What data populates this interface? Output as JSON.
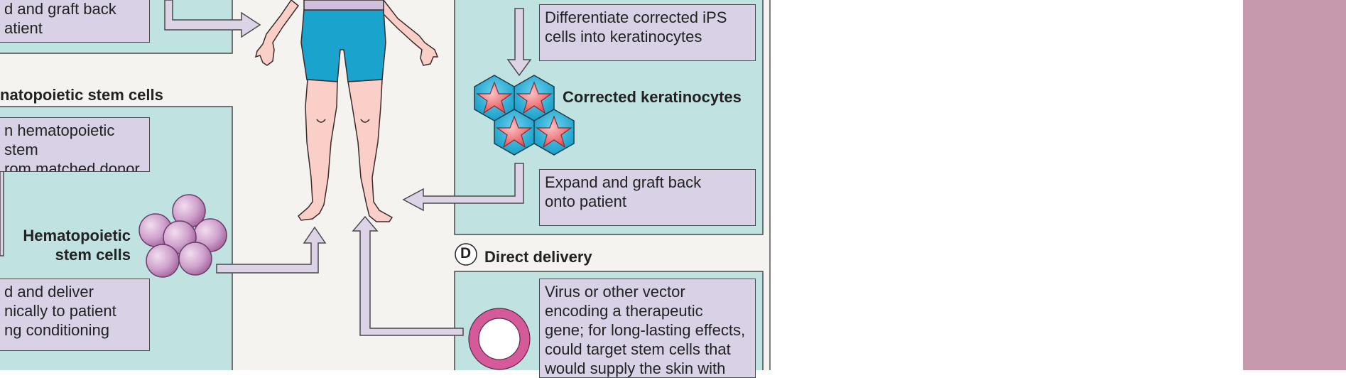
{
  "left_panel": {
    "top_box_text": "d and graft back\natient",
    "section_title": "natopoietic stem cells",
    "box1_text": "n hematopoietic stem\nrom matched donor",
    "cells_label": "Hematopoietic\nstem cells",
    "box2_text": "d and deliver\nnically to patient\nng conditioning"
  },
  "right_panel": {
    "box1_text": "Differentiate corrected iPS\ncells into keratinocytes",
    "cells_label": "Corrected keratinocytes",
    "box2_text": "Expand and graft back\nonto patient"
  },
  "direct_delivery": {
    "badge": "D",
    "title": "Direct delivery",
    "box_text": "Virus or other vector\nencoding a therapeutic\ngene; for long-lasting effects,\ncould target stem cells that\nwould supply the skin with"
  },
  "colors": {
    "background": "#f4f3f0",
    "panel_fill": "#c0e3e2",
    "box_fill": "#d9d1e6",
    "accent_side": "#c699ac",
    "shorts": "#1aa3cc",
    "skin": "#f9cfc8"
  }
}
